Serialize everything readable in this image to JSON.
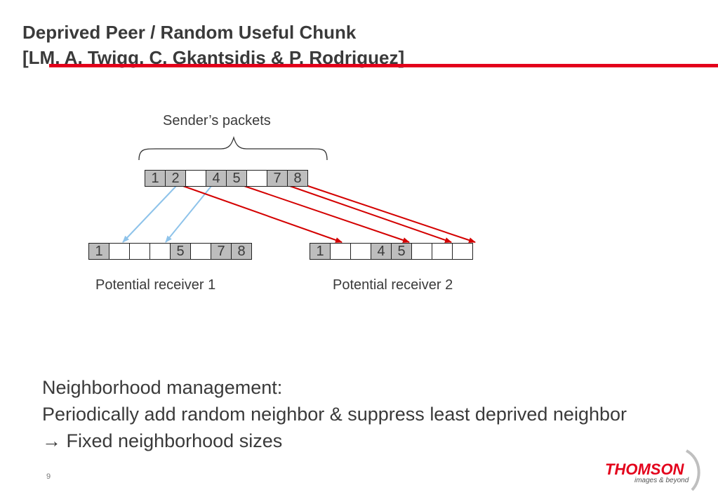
{
  "slide": {
    "title_line1": "Deprived Peer / Random Useful Chunk",
    "title_line2": "[LM, A. Twigg, C. Gkantsidis & P. Rodriguez]",
    "accent_color": "#e3001b",
    "page_number": "9"
  },
  "diagram": {
    "sender_label": "Sender’s packets",
    "sender_cells": [
      {
        "label": "1",
        "filled": true
      },
      {
        "label": "2",
        "filled": true
      },
      {
        "label": "",
        "filled": false
      },
      {
        "label": "4",
        "filled": true
      },
      {
        "label": "5",
        "filled": true
      },
      {
        "label": "",
        "filled": false
      },
      {
        "label": "7",
        "filled": true
      },
      {
        "label": "8",
        "filled": true
      }
    ],
    "receiver1": {
      "label": "Potential receiver 1",
      "cells": [
        {
          "label": "1",
          "filled": true
        },
        {
          "label": "",
          "filled": false
        },
        {
          "label": "",
          "filled": false
        },
        {
          "label": "",
          "filled": false
        },
        {
          "label": "5",
          "filled": true
        },
        {
          "label": "",
          "filled": false
        },
        {
          "label": "7",
          "filled": true
        },
        {
          "label": "8",
          "filled": true
        }
      ]
    },
    "receiver2": {
      "label": "Potential receiver 2",
      "cells": [
        {
          "label": "1",
          "filled": true
        },
        {
          "label": "",
          "filled": false
        },
        {
          "label": "",
          "filled": false
        },
        {
          "label": "4",
          "filled": true
        },
        {
          "label": "5",
          "filled": true
        },
        {
          "label": "",
          "filled": false
        },
        {
          "label": "",
          "filled": false
        },
        {
          "label": "",
          "filled": false
        }
      ]
    },
    "arrow_colors": {
      "to_receiver1": "#8ec3ea",
      "to_receiver2": "#d40000"
    }
  },
  "text_block": {
    "line1": "Neighborhood management:",
    "line2": "Periodically add random neighbor & suppress least deprived neighbor",
    "line3_arrow": "→",
    "line3": "Fixed neighborhood sizes"
  },
  "logo": {
    "brand": "THOMSON",
    "tagline": "images & beyond"
  }
}
